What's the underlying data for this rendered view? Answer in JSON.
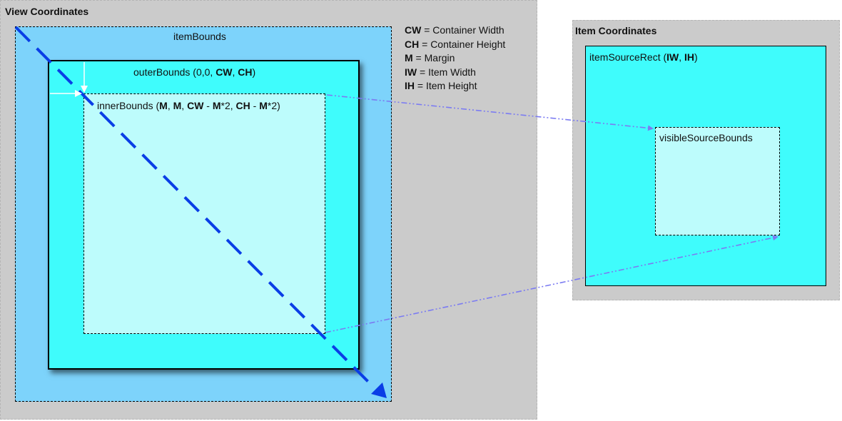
{
  "view_panel": {
    "title": "View Coordinates"
  },
  "item_bounds": {
    "label": "itemBounds"
  },
  "outer_bounds": {
    "prefix": "outerBounds (0,0, ",
    "cw": "CW",
    "sep": ", ",
    "ch": "CH",
    "suffix": ")"
  },
  "inner_bounds": {
    "prefix": "innerBounds (",
    "m1": "M",
    "sep1": ", ",
    "m2": "M",
    "sep2": ", ",
    "cw": "CW",
    "minus1": " - ",
    "m3": "M",
    "times1": "*2, ",
    "ch": "CH",
    "minus2": " - ",
    "m4": "M",
    "times2": "*2)"
  },
  "legend": [
    {
      "abbr": "CW",
      "text": " = Container Width"
    },
    {
      "abbr": "CH",
      "text": " = Container Height"
    },
    {
      "abbr": "M",
      "text": " = Margin"
    },
    {
      "abbr": "IW",
      "text": " = Item Width"
    },
    {
      "abbr": "IH",
      "text": " = Item Height"
    }
  ],
  "item_panel": {
    "title": "Item Coordinates"
  },
  "item_source_rect": {
    "prefix": "itemSourceRect (",
    "iw": "IW",
    "sep": ", ",
    "ih": "IH",
    "suffix": ")"
  },
  "visible_source_bounds": {
    "label": "visibleSourceBounds"
  },
  "colors": {
    "panel_bg": "#cbcbcb",
    "item_bounds_fill": "#7dd3fb",
    "outer_fill": "#3ffcfc",
    "inner_fill": "#bdfcfc",
    "diagonal_arrow": "#0a3ee6",
    "mapping_arrow": "#7b7bf2",
    "margin_arrow": "#ffffff"
  }
}
